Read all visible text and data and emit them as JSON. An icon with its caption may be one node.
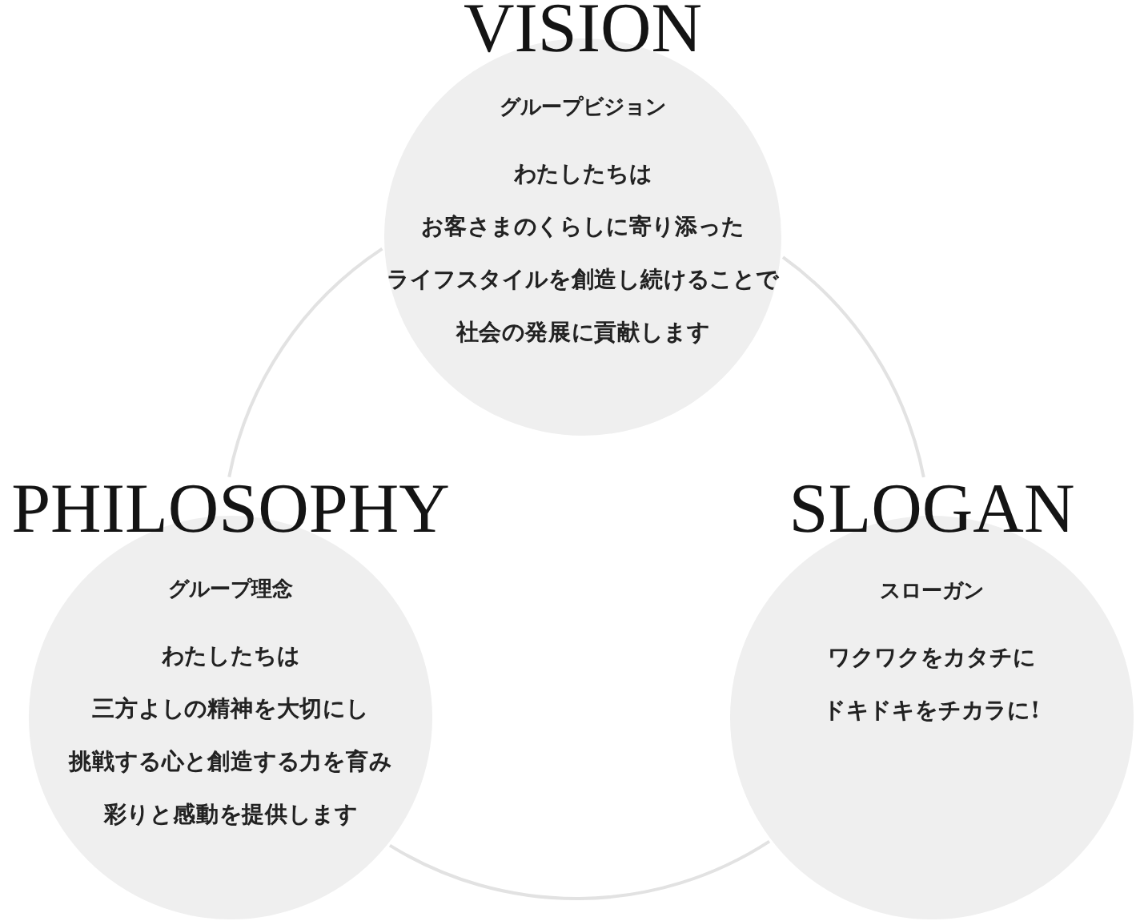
{
  "diagram": {
    "nodes": [
      {
        "text": [
          "VISION",
          "グループビジョン",
          "わたしたちは",
          "お客さまのくらしに寄り添った",
          "ライフスタイルを創造し続けることで",
          "社会の発展に貢献します"
        ]
      },
      {
        "text": [
          "PHILOSOPHY",
          "グループ理念",
          "わたしたちは",
          "三方よしの精神を大切にし",
          "挑戦する心と創造する力を育み",
          "彩りと感動を提供します"
        ]
      },
      {
        "text": [
          "SLOGAN",
          "スローガン",
          "ワクワクをカタチに",
          "ドキドキをチカラに!"
        ]
      }
    ],
    "edges": [
      {
        "from": 0,
        "to": 1,
        "arrow": "none"
      },
      {
        "from": 1,
        "to": 2,
        "arrow": "none"
      },
      {
        "from": 2,
        "to": 0,
        "arrow": "none"
      }
    ]
  }
}
